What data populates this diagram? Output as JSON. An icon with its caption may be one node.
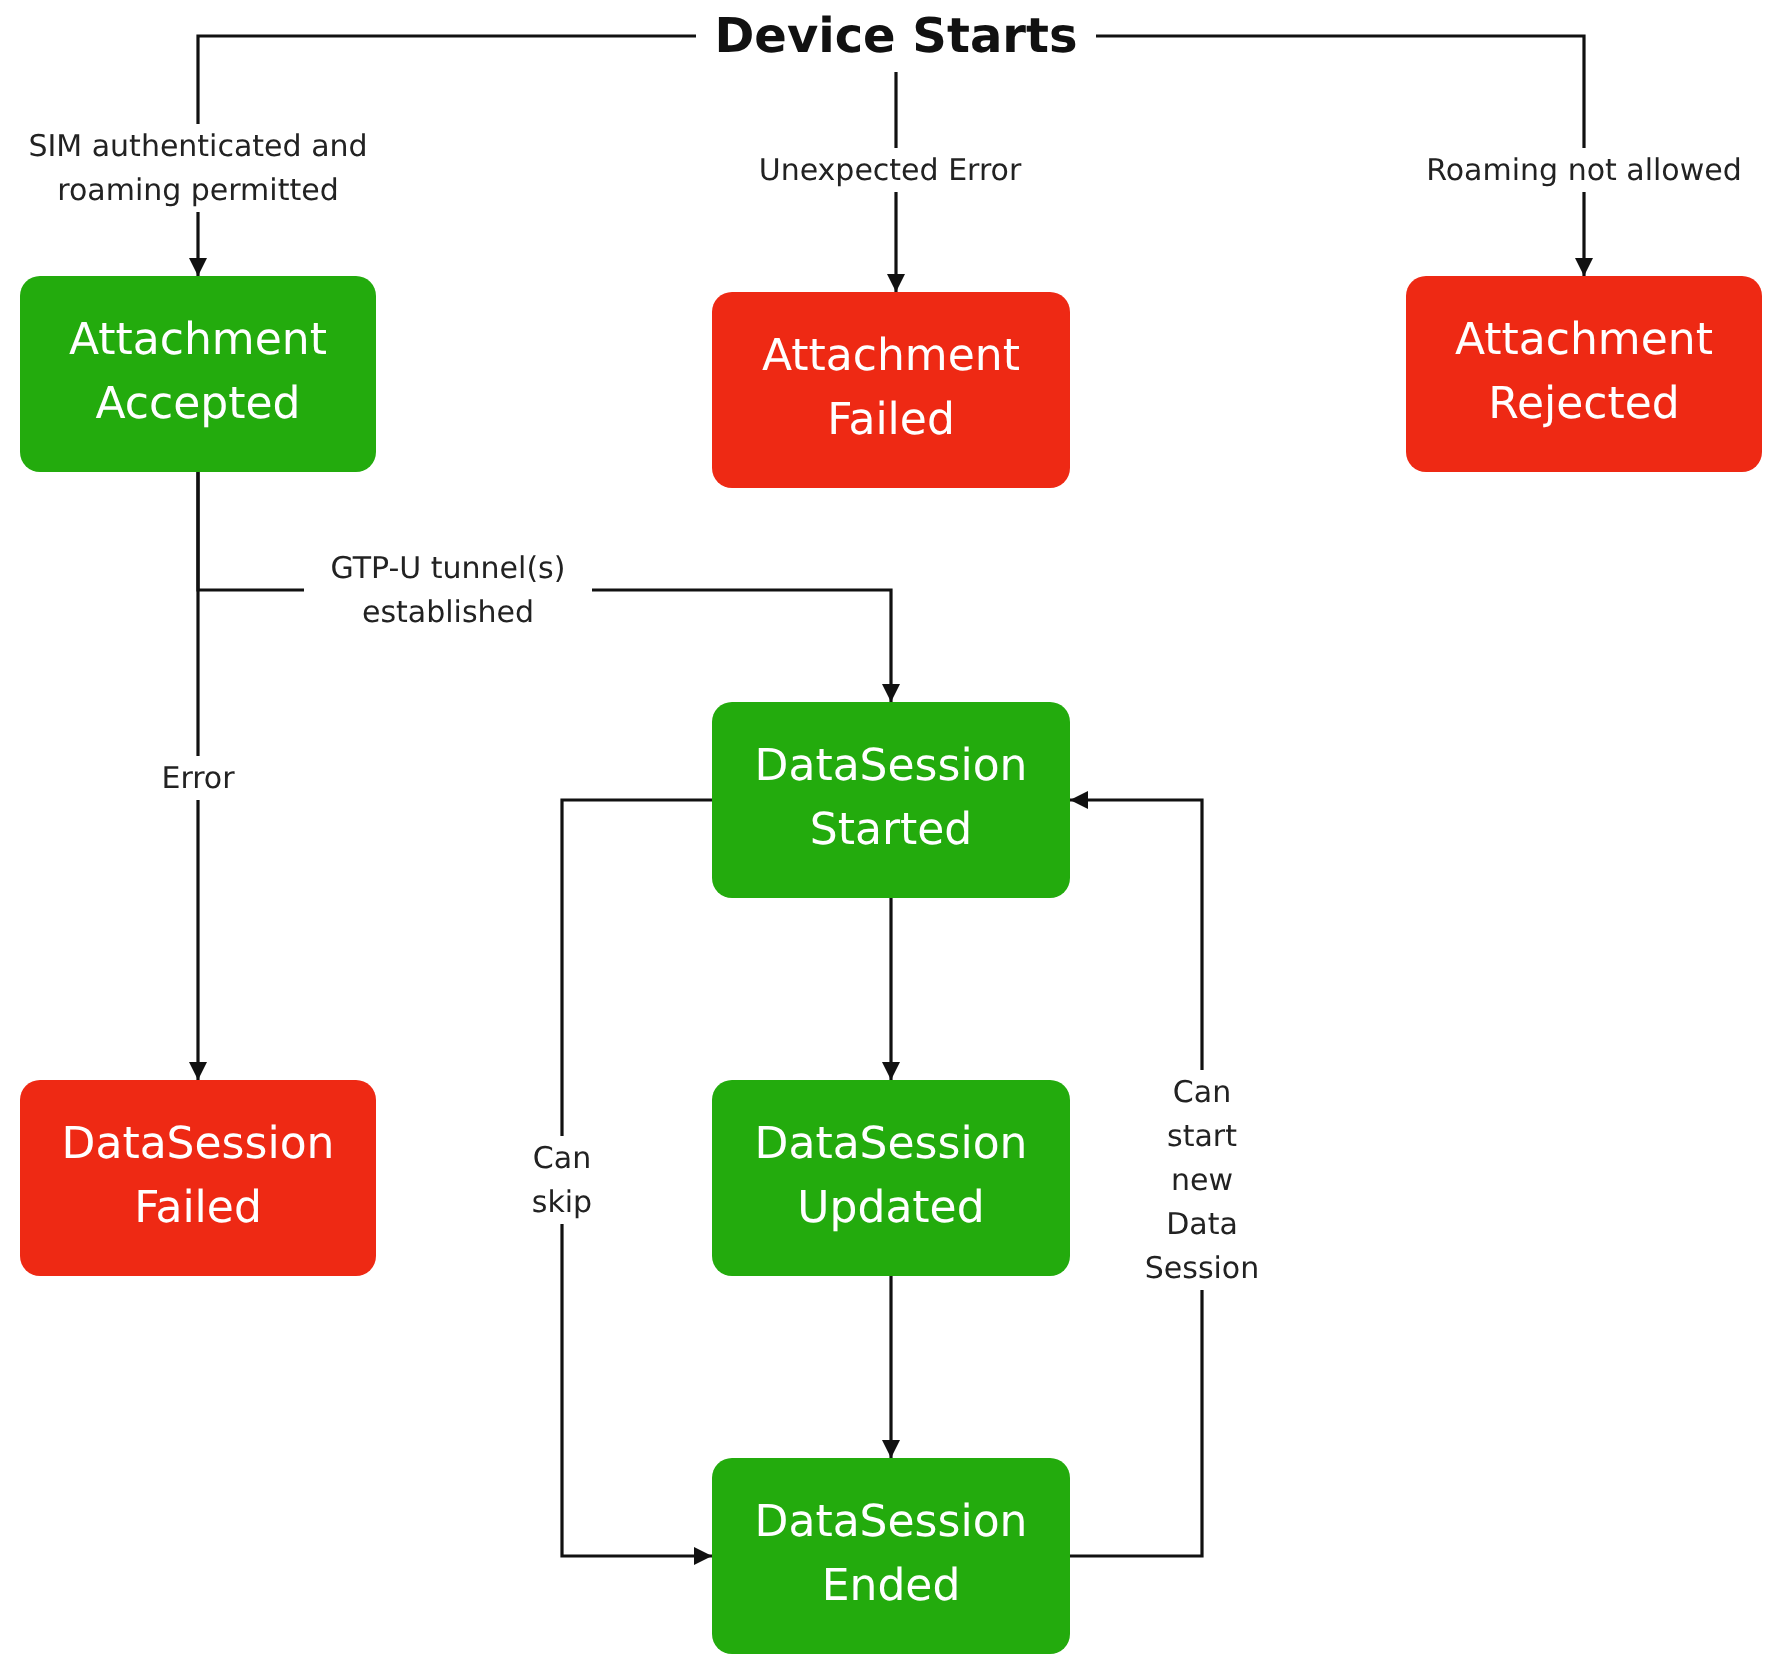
{
  "diagram": {
    "nodes": [
      {
        "text": [
          "Device Starts"
        ]
      },
      {
        "text": [
          "Attachment Accepted"
        ]
      },
      {
        "text": [
          "Attachment Failed"
        ]
      },
      {
        "text": [
          "Attachment Rejected"
        ]
      },
      {
        "text": [
          "DataSession Started"
        ]
      },
      {
        "text": [
          "DataSession Failed"
        ]
      },
      {
        "text": [
          "DataSession Updated"
        ]
      },
      {
        "text": [
          "DataSession Ended"
        ]
      }
    ],
    "edges": [
      {
        "from": 0,
        "to": 1,
        "arrow": "to",
        "label": "SIM authenticated and roaming permitted"
      },
      {
        "from": 0,
        "to": 2,
        "arrow": "to",
        "label": "Unexpected Error"
      },
      {
        "from": 0,
        "to": 3,
        "arrow": "to",
        "label": "Roaming not allowed"
      },
      {
        "from": 1,
        "to": 4,
        "arrow": "to",
        "label": "GTP-U tunnel(s) established"
      },
      {
        "from": 1,
        "to": 5,
        "arrow": "to",
        "label": "Error"
      },
      {
        "from": 4,
        "to": 6,
        "arrow": "to"
      },
      {
        "from": 6,
        "to": 7,
        "arrow": "to"
      },
      {
        "from": 4,
        "to": 7,
        "arrow": "to",
        "label": "Can skip"
      },
      {
        "from": 7,
        "to": 4,
        "arrow": "to",
        "label": "Can start new Data Session"
      }
    ]
  }
}
